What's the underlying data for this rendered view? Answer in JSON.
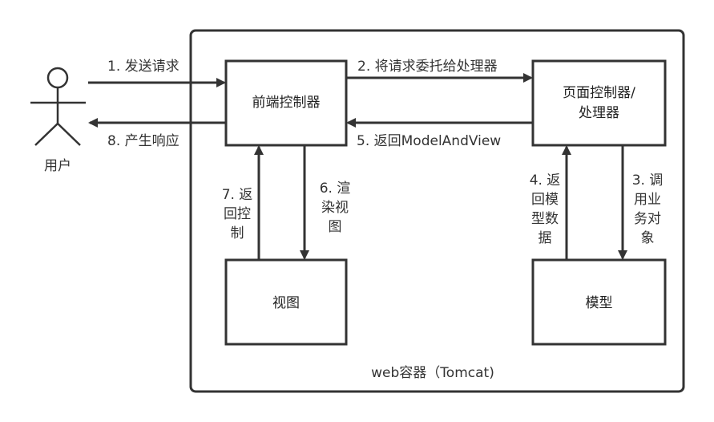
{
  "container": {
    "label": "web容器（Tomcat)"
  },
  "actor": {
    "label": "用户"
  },
  "nodes": {
    "front_controller": "前端控制器",
    "page_controller_line1": "页面控制器/",
    "page_controller_line2": "处理器",
    "view": "视图",
    "model": "模型"
  },
  "edges": {
    "e1": "1. 发送请求",
    "e2": "2. 将请求委托给处理器",
    "e3_l1": "3. 调",
    "e3_l2": "用业",
    "e3_l3": "务对",
    "e3_l4": "象",
    "e4_l1": "4. 返",
    "e4_l2": "回模",
    "e4_l3": "型数",
    "e4_l4": "据",
    "e5": "5. 返回ModelAndView",
    "e6_l1": "6. 渲",
    "e6_l2": "染视",
    "e6_l3": "图",
    "e7_l1": "7. 返",
    "e7_l2": "回控",
    "e7_l3": "制",
    "e8": "8. 产生响应"
  }
}
